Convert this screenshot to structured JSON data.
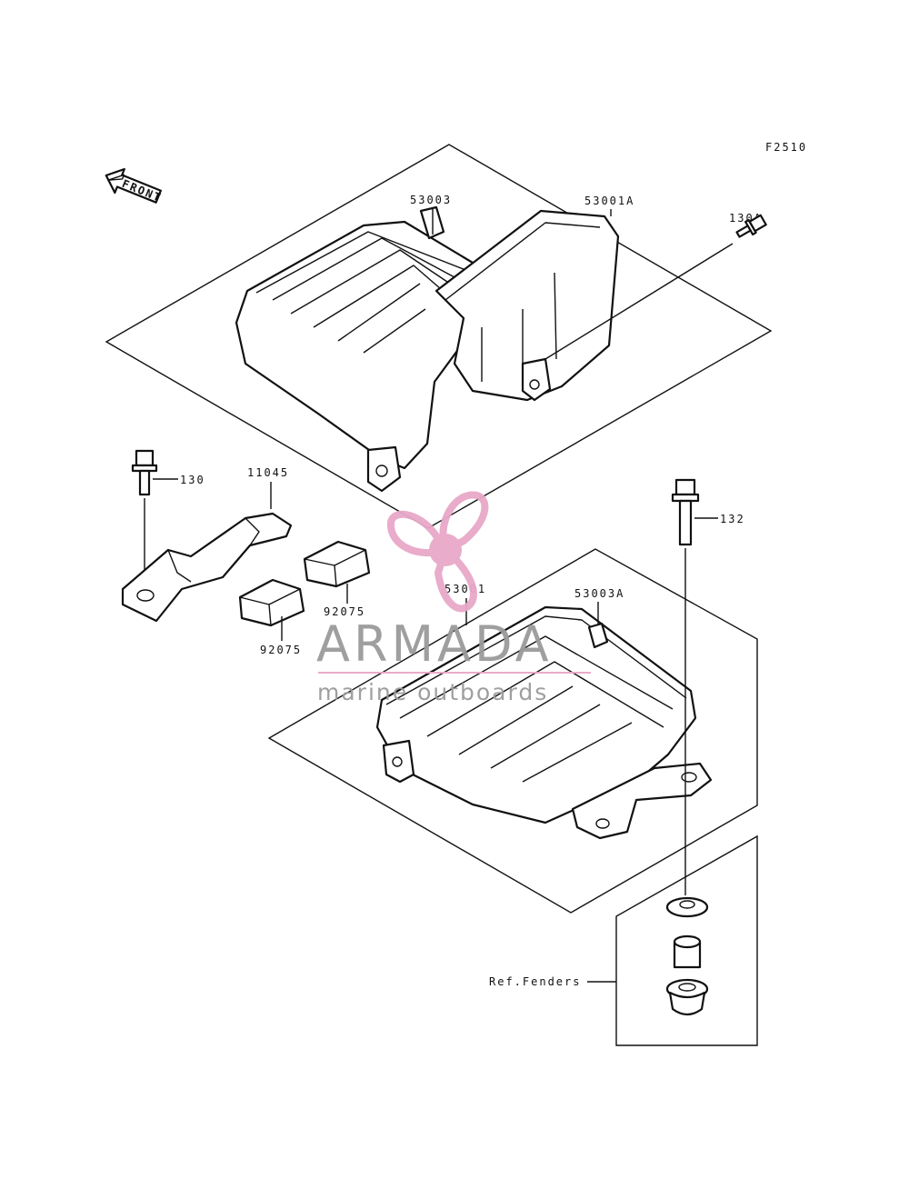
{
  "figure_code": "F2510",
  "front_arrow_label": "FRONT",
  "part_labels": {
    "p53003": "53003",
    "p53001A": "53001A",
    "p130A": "130A",
    "p130": "130",
    "p11045": "11045",
    "p132": "132",
    "p92075_right": "92075",
    "p92075_left": "92075",
    "p53001": "53001",
    "p53003A": "53003A",
    "ref_fenders": "Ref.Fenders"
  },
  "watermark": {
    "brand": "ARMADA",
    "tagline": "marine outboards",
    "logo_color": "#e8a8c8",
    "text_color": "#9a9a9a"
  },
  "icons": [
    "propeller-logo-icon",
    "front-arrow-icon",
    "bolt-icon",
    "washer-icon"
  ]
}
